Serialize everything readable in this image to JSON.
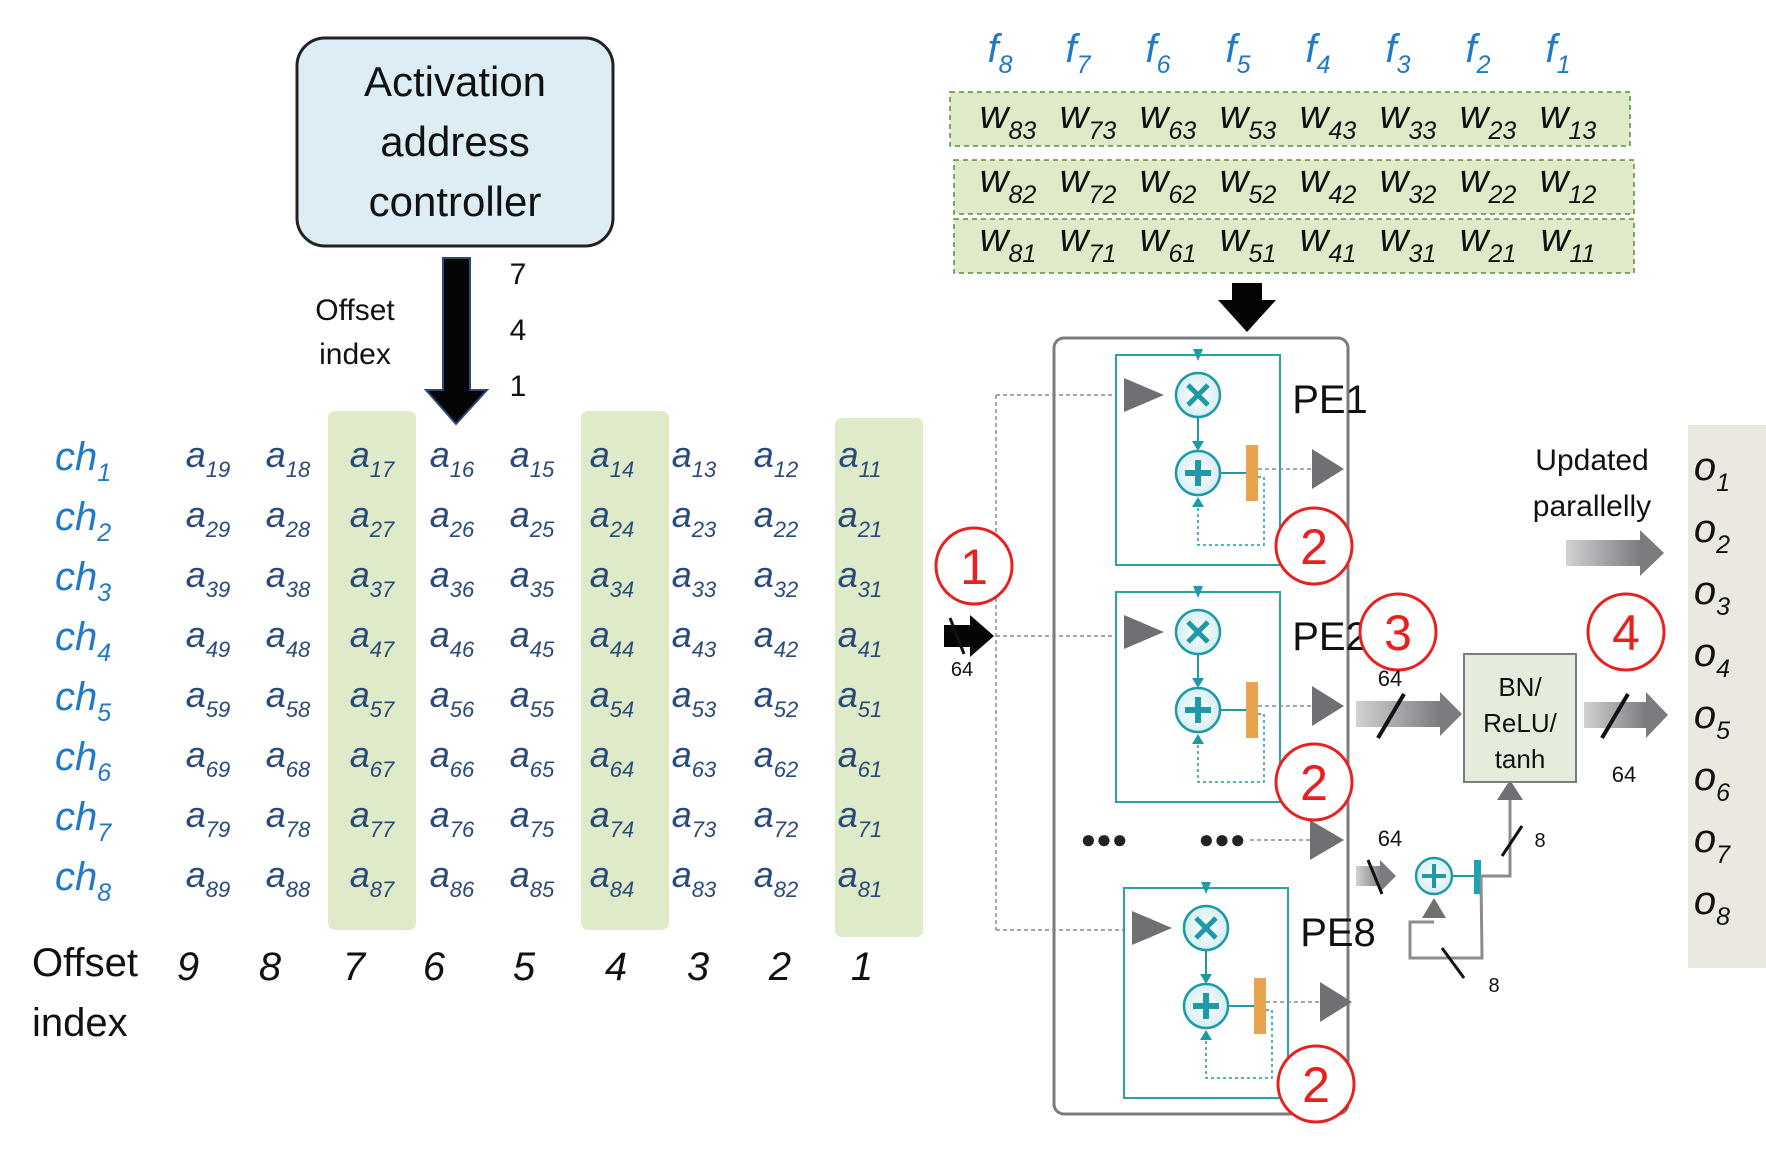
{
  "controller": {
    "label_lines": [
      "Activation",
      "address",
      "controller"
    ]
  },
  "offset_label": {
    "lines": [
      "Offset",
      "index"
    ]
  },
  "offset_values": [
    "7",
    "4",
    "1"
  ],
  "filters": [
    "8",
    "7",
    "6",
    "5",
    "4",
    "3",
    "2",
    "1"
  ],
  "weight_rows": [
    [
      "83",
      "73",
      "63",
      "53",
      "43",
      "33",
      "23",
      "13"
    ],
    [
      "82",
      "72",
      "62",
      "52",
      "42",
      "32",
      "22",
      "12"
    ],
    [
      "81",
      "71",
      "61",
      "51",
      "41",
      "31",
      "21",
      "11"
    ]
  ],
  "channels": [
    "1",
    "2",
    "3",
    "4",
    "5",
    "6",
    "7",
    "8"
  ],
  "activation_cols": [
    "9",
    "8",
    "7",
    "6",
    "5",
    "4",
    "3",
    "2",
    "1"
  ],
  "highlighted_offsets": [
    "7",
    "4",
    "1"
  ],
  "bottom_offset_label": {
    "lines": [
      "Offset",
      "index"
    ]
  },
  "bottom_offset_values": [
    "9",
    "8",
    "7",
    "6",
    "5",
    "4",
    "3",
    "2",
    "1"
  ],
  "pes": [
    "PE1",
    "PE2",
    "PE8"
  ],
  "ellipsis": [
    "●●●",
    "●●●"
  ],
  "steps": [
    "1",
    "2",
    "3",
    "4"
  ],
  "bus_labels": {
    "input": "64",
    "pe_out": "64",
    "acc_in": "64",
    "acc_out": "8",
    "feedback": "8",
    "bn_out": "64"
  },
  "bn_block": {
    "lines": [
      "BN/",
      "ReLU/",
      "tanh"
    ]
  },
  "updated_label": {
    "lines": [
      "Updated",
      "parallelly"
    ]
  },
  "outputs": [
    "1",
    "2",
    "3",
    "4",
    "5",
    "6",
    "7",
    "8"
  ],
  "colors": {
    "controller_fill": "#dcedf5",
    "weight_fill": "#dfeac8",
    "highlight_fill": "#dfeac8",
    "activation_text": "#2a4a7a",
    "filter_text": "#1f78c8",
    "pe_border": "#2aa3a3",
    "step_red": "#e8201e",
    "output_fill": "#ebe8df",
    "bn_fill": "#e4eddc",
    "accumulator_bar": "#e8a44c"
  }
}
